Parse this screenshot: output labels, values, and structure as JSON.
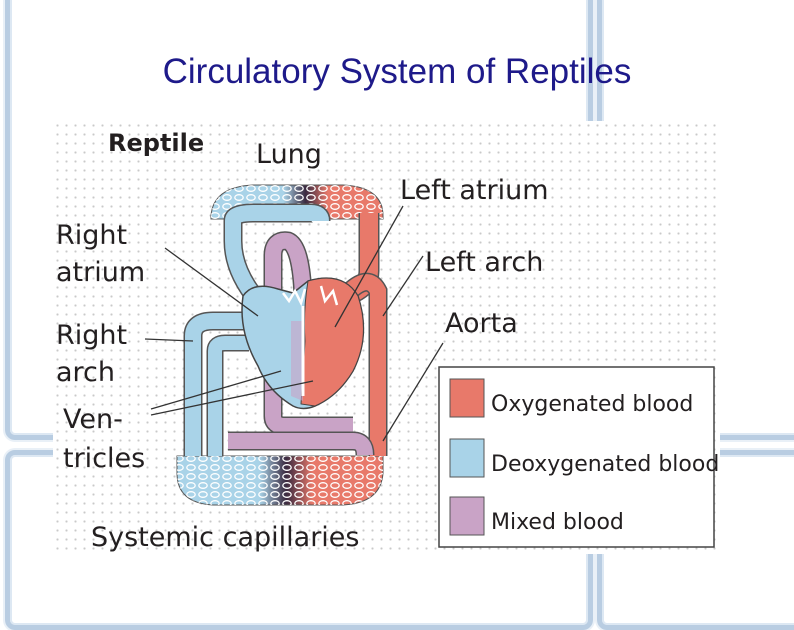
{
  "title": "Circulatory System of Reptiles",
  "diagram": {
    "heading": "Reptile",
    "labels": {
      "lung": "Lung",
      "left_atrium": "Left atrium",
      "right_atrium_1": "Right",
      "right_atrium_2": "atrium",
      "left_arch": "Left arch",
      "right_arch_1": "Right",
      "right_arch_2": "arch",
      "aorta": "Aorta",
      "ventricles_1": "Ven-",
      "ventricles_2": "tricles",
      "systemic_capillaries": "Systemic capillaries"
    },
    "legend": [
      {
        "label": "Oxygenated blood",
        "color": "#e8796a"
      },
      {
        "label": "Deoxygenated blood",
        "color": "#a9d3e8"
      },
      {
        "label": "Mixed blood",
        "color": "#c9a3c6"
      }
    ],
    "colors": {
      "oxygenated": "#e8796a",
      "deoxygenated": "#a9d3e8",
      "mixed": "#c9a3c6",
      "title": "#1e1a8a",
      "frame": "#b9cde2"
    }
  }
}
